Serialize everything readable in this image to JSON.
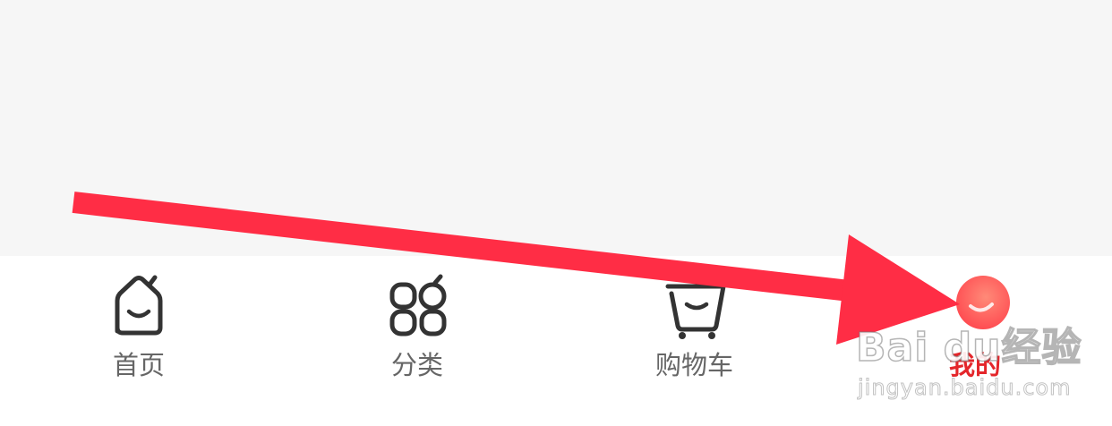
{
  "tab_bar": {
    "active_color": "#e4262b",
    "inactive_color": "#666666",
    "tabs": [
      {
        "label": "首页",
        "icon": "home-icon",
        "active": false
      },
      {
        "label": "分类",
        "icon": "category-icon",
        "active": false
      },
      {
        "label": "购物车",
        "icon": "cart-icon",
        "active": false
      },
      {
        "label": "我的",
        "icon": "profile-icon",
        "active": true
      }
    ]
  },
  "annotation": {
    "arrow_color": "#ff2d45"
  },
  "watermark": {
    "brand": "Bai du经验",
    "url": "jingyan.baidu.com"
  }
}
